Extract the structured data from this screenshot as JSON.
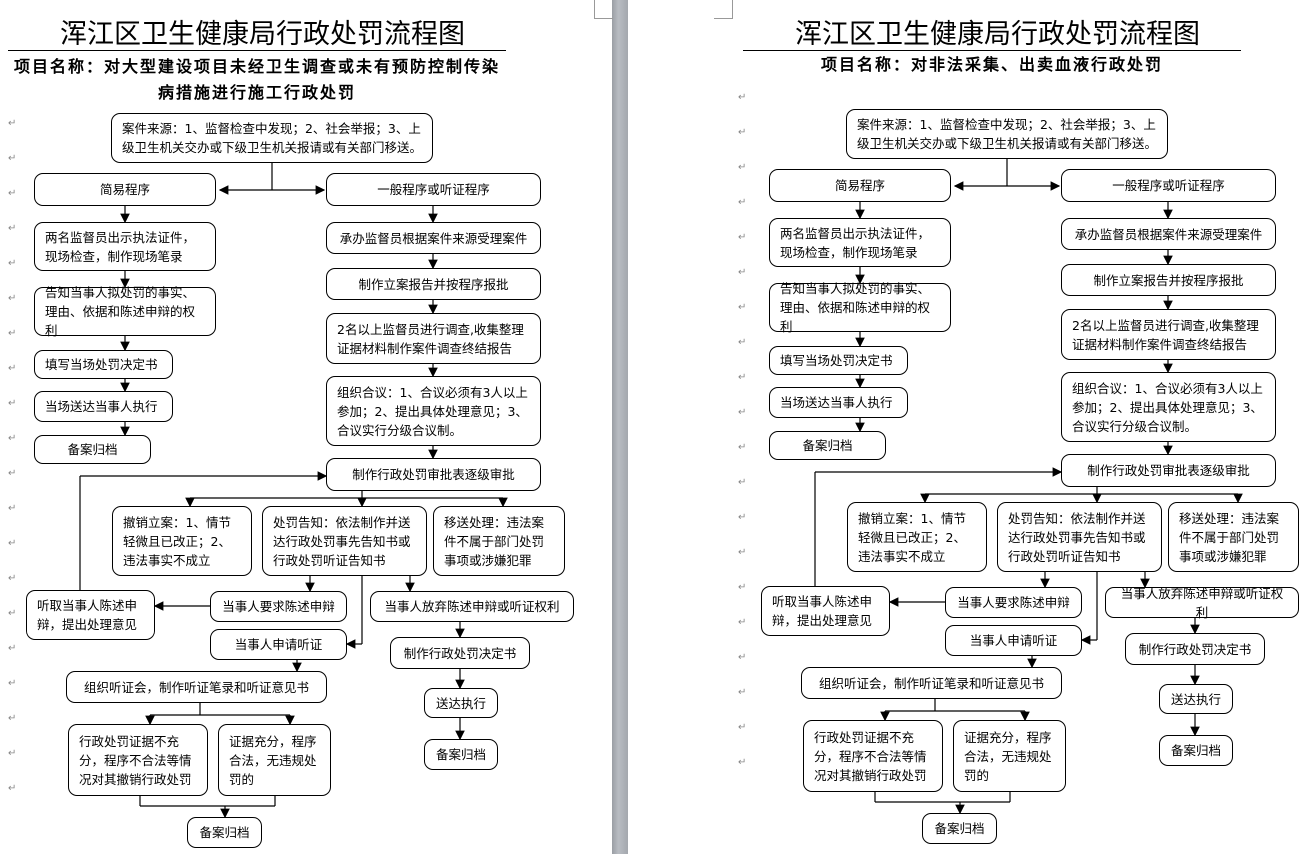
{
  "para_mark": "↵",
  "pages": [
    {
      "title": "浑江区卫生健康局行政处罚流程图",
      "project": "项目名称：对大型建设项目未经卫生调查或未有预防控制传染病措施进行施工行政处罚",
      "boxes": {
        "source": "案件来源：1、监督检查中发现；2、社会举报；3、上级卫生机关交办或下级卫生机关报请或有关部门移送。",
        "simple": "简易程序",
        "general": "一般程序或听证程序",
        "s1": "两名监督员出示执法证件，现场检查，制作现场笔录",
        "s2": "告知当事人拟处罚的事实、理由、依据和陈述申辩的权利",
        "s3": "填写当场处罚决定书",
        "s4": "当场送达当事人执行",
        "s5": "备案归档",
        "g1": "承办监督员根据案件来源受理案件",
        "g2": "制作立案报告并按程序报批",
        "g3": "2名以上监督员进行调查,收集整理证据材料制作案件调查终结报告",
        "g4": "组织合议：1、合议必须有3人以上参加；2、提出具体处理意见；3、合议实行分级合议制。",
        "approve": "制作行政处罚审批表逐级审批",
        "cancel": "撤销立案：1、情节轻微且已改正；2、违法事实不成立",
        "notify": "处罚告知：依法制作并送达行政处罚事先告知书或行政处罚听证告知书",
        "transfer": "移送处理：违法案件不属于部门处罚事项或涉嫌犯罪",
        "hear": "听取当事人陈述申辩，提出处理意见",
        "request": "当事人要求陈述申辩",
        "waive": "当事人放弃陈述申辩或听证权利",
        "apply": "当事人申请听证",
        "decision": "制作行政处罚决定书",
        "meeting": "组织听证会，制作听证笔录和听证意见书",
        "deliver": "送达执行",
        "archive_r": "备案归档",
        "insufficient": "行政处罚证据不充分，程序不合法等情况对其撤销行政处罚",
        "sufficient": "证据充分，程序合法，无违规处罚的",
        "archive_f": "备案归档"
      }
    },
    {
      "title": "浑江区卫生健康局行政处罚流程图",
      "project": "项目名称：对非法采集、出卖血液行政处罚",
      "boxes": {
        "source": "案件来源：1、监督检查中发现；2、社会举报；3、上级卫生机关交办或下级卫生机关报请或有关部门移送。",
        "simple": "简易程序",
        "general": "一般程序或听证程序",
        "s1": "两名监督员出示执法证件，现场检查，制作现场笔录",
        "s2": "告知当事人拟处罚的事实、理由、依据和陈述申辩的权利",
        "s3": "填写当场处罚决定书",
        "s4": "当场送达当事人执行",
        "s5": "备案归档",
        "g1": "承办监督员根据案件来源受理案件",
        "g2": "制作立案报告并按程序报批",
        "g3": "2名以上监督员进行调查,收集整理证据材料制作案件调查终结报告",
        "g4": "组织合议：1、合议必须有3人以上参加；2、提出具体处理意见；3、合议实行分级合议制。",
        "approve": "制作行政处罚审批表逐级审批",
        "cancel": "撤销立案：1、情节轻微且已改正；2、违法事实不成立",
        "notify": "处罚告知：依法制作并送达行政处罚事先告知书或行政处罚听证告知书",
        "transfer": "移送处理：违法案件不属于部门处罚事项或涉嫌犯罪",
        "hear": "听取当事人陈述申辩，提出处理意见",
        "request": "当事人要求陈述申辩",
        "waive": "当事人放弃陈述申辩或听证权利",
        "apply": "当事人申请听证",
        "decision": "制作行政处罚决定书",
        "meeting": "组织听证会，制作听证笔录和听证意见书",
        "deliver": "送达执行",
        "archive_r": "备案归档",
        "insufficient": "行政处罚证据不充分，程序不合法等情况对其撤销行政处罚",
        "sufficient": "证据充分，程序合法，无违规处罚的",
        "archive_f": "备案归档"
      }
    }
  ]
}
